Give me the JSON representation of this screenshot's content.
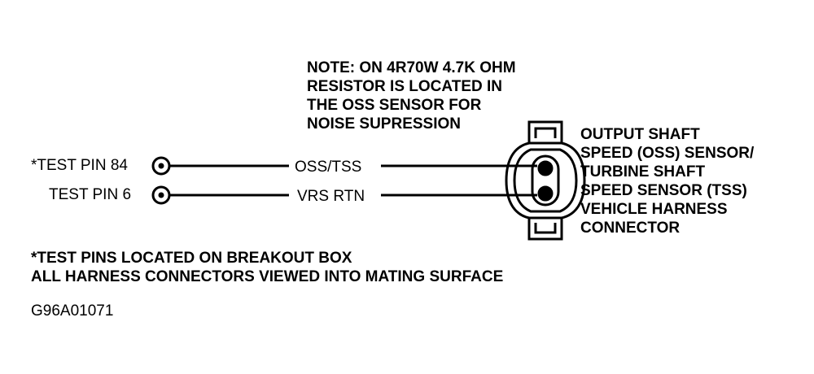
{
  "note": {
    "lines": [
      "NOTE: ON 4R70W 4.7K OHM",
      "RESISTOR IS LOCATED IN",
      "THE OSS SENSOR FOR",
      "NOISE SUPRESSION"
    ]
  },
  "pins": {
    "pin84_label": "*TEST PIN 84",
    "pin6_label": "TEST PIN 6"
  },
  "wires": {
    "oss_label": "OSS/TSS",
    "vrs_label": "VRS RTN"
  },
  "connector": {
    "lines": [
      "OUTPUT SHAFT",
      "SPEED (OSS) SENSOR/",
      "TURBINE SHAFT",
      "SPEED SENSOR (TSS)",
      "VEHICLE HARNESS",
      "CONNECTOR"
    ]
  },
  "footnote": {
    "lines": [
      "*TEST PINS LOCATED ON BREAKOUT BOX",
      "ALL HARNESS CONNECTORS VIEWED INTO MATING SURFACE"
    ]
  },
  "figure_code": "G96A01071"
}
